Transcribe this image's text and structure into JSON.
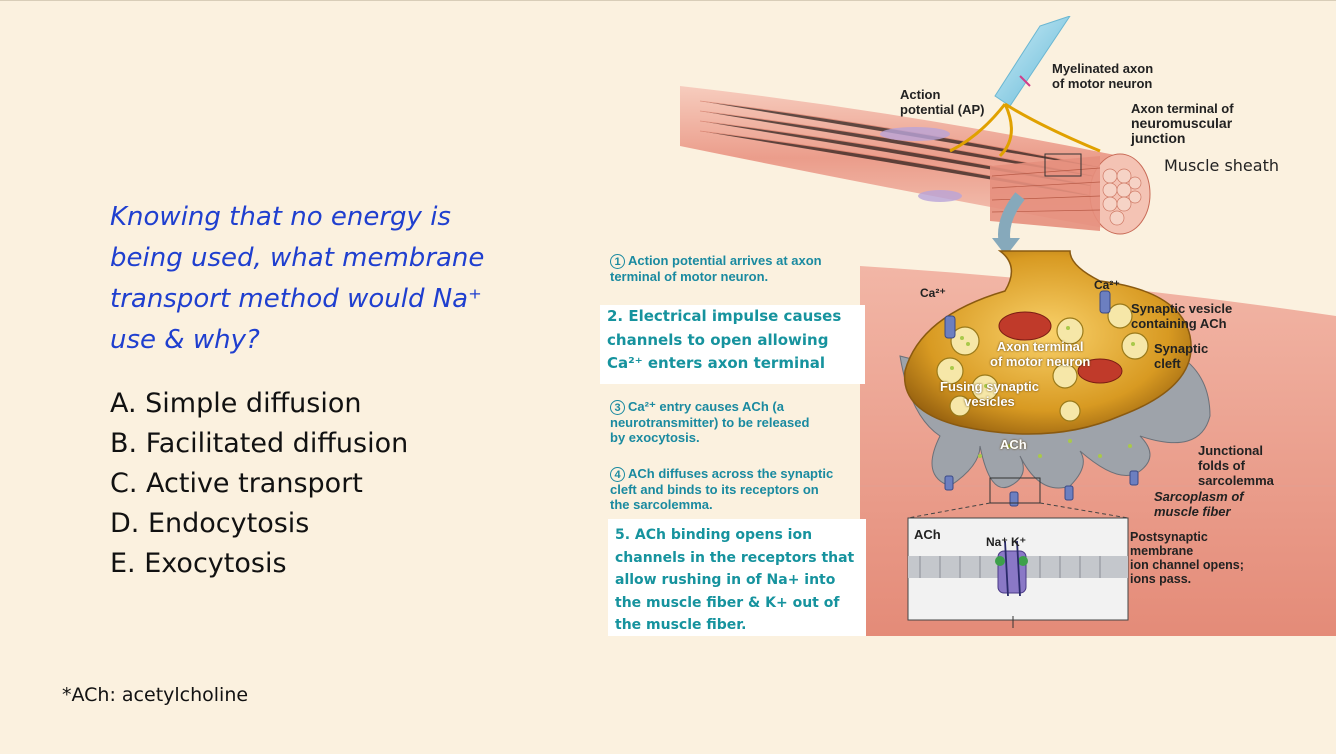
{
  "question": {
    "lines": [
      "Knowing that no energy is",
      "being used, what membrane",
      "transport method would Na⁺",
      "use & why?"
    ]
  },
  "options": [
    "A. Simple diffusion",
    "B. Facilitated diffusion",
    "C. Active transport",
    "D. Endocytosis",
    "E. Exocytosis"
  ],
  "footnote": "*ACh: acetylcholine",
  "figure": {
    "labels": {
      "myelinated_axon": [
        "Myelinated axon",
        "of motor neuron"
      ],
      "action_potential": [
        "Action",
        "potential (AP)"
      ],
      "axon_terminal_nmj": [
        "Axon terminal of",
        "neuromuscular",
        "junction"
      ],
      "muscle_sheath": "Muscle sheath",
      "ca_left": "Ca²⁺",
      "ca_right": "Ca²⁺",
      "synaptic_vesicle": [
        "Synaptic vesicle",
        "containing ACh"
      ],
      "synaptic_cleft": [
        "Synaptic",
        "cleft"
      ],
      "axon_terminal_motor": [
        "Axon terminal",
        "of motor neuron"
      ],
      "fusing_vesicles": [
        "Fusing synaptic",
        "vesicles"
      ],
      "ach_cleft": "ACh",
      "junctional_folds": [
        "Junctional",
        "folds of",
        "sarcolemma"
      ],
      "sarcoplasm": [
        "Sarcoplasm of",
        "muscle fiber"
      ],
      "ach_inset": "ACh",
      "na_k": "Na⁺ K⁺",
      "postsynaptic": [
        "Postsynaptic",
        "membrane",
        "ion channel opens;",
        "ions pass."
      ]
    },
    "steps": {
      "s1": {
        "num": "1",
        "lines": [
          "Action potential arrives at axon",
          "terminal of motor neuron."
        ]
      },
      "s2": {
        "lines": [
          "2. Electrical impulse causes",
          "channels to open allowing",
          "Ca²⁺ enters axon terminal"
        ]
      },
      "s3": {
        "num": "3",
        "lines": [
          "Ca²⁺ entry causes ACh (a",
          "neurotransmitter) to be released",
          "by exocytosis."
        ]
      },
      "s4": {
        "num": "4",
        "lines": [
          "ACh diffuses across the synaptic",
          "cleft and binds to its receptors on",
          "the sarcolemma."
        ]
      },
      "s5": {
        "lines": [
          "5. ACh binding opens ion",
          "channels in the receptors that",
          "allow rushing in of Na+ into",
          "the muscle fiber & K+ out of",
          "the muscle fiber."
        ]
      }
    }
  },
  "colors": {
    "background": "#fbf1df",
    "question": "#1f3fcf",
    "step_text": "#16939e"
  }
}
